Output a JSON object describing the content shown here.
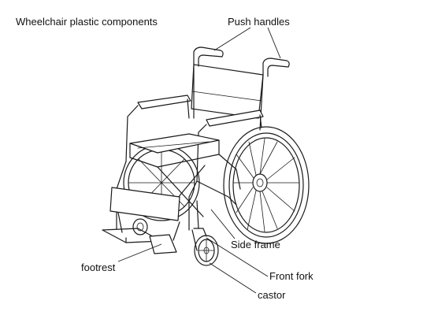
{
  "labels": {
    "title": "Wheelchair plastic components",
    "push_handles": "Push handles",
    "side_frame": "Side frame",
    "footrest": "footrest",
    "front_fork": "Front fork",
    "castor": "castor"
  },
  "colors": {
    "background": "#ffffff",
    "line": "#1a1a1a",
    "text": "#111111"
  }
}
